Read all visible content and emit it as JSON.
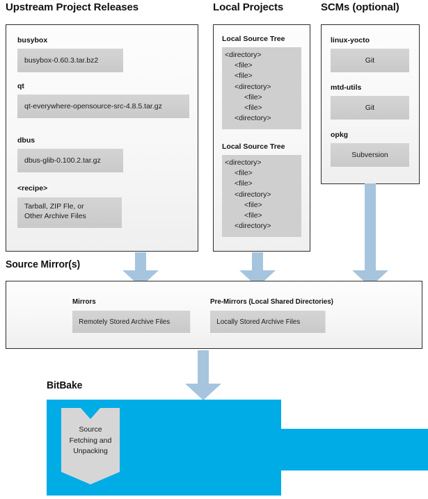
{
  "colors": {
    "arrow": "#a6c4dd",
    "bitbake_fill": "#00ace6",
    "chip_grey": "#cfcfcf",
    "panel_border": "#2b2b2b",
    "text": "#1a1a1a"
  },
  "columns": [
    {
      "title": "Upstream Project Releases",
      "groups": [
        {
          "label": "busybox",
          "value": "busybox-0.60.3.tar.bz2"
        },
        {
          "label": "qt",
          "value": "qt-everywhere-opensource-src-4.8.5.tar.gz"
        },
        {
          "label": "dbus",
          "value": "dbus-glib-0.100.2.tar.gz"
        },
        {
          "label": "<recipe>",
          "value_lines": [
            "Tarball, ZIP Fle, or",
            "Other Archive Files"
          ]
        }
      ]
    },
    {
      "title": "Local Projects",
      "groups": [
        {
          "label": "Local Source Tree",
          "tree": [
            {
              "indent": 0,
              "text": "<directory>"
            },
            {
              "indent": 1,
              "text": "<file>"
            },
            {
              "indent": 1,
              "text": "<file>"
            },
            {
              "indent": 1,
              "text": "<directory>"
            },
            {
              "indent": 2,
              "text": "<file>"
            },
            {
              "indent": 2,
              "text": "<file>"
            },
            {
              "indent": 1,
              "text": "<directory>"
            }
          ]
        },
        {
          "label": "Local Source Tree",
          "tree": [
            {
              "indent": 0,
              "text": "<directory>"
            },
            {
              "indent": 1,
              "text": "<file>"
            },
            {
              "indent": 1,
              "text": "<file>"
            },
            {
              "indent": 1,
              "text": "<directory>"
            },
            {
              "indent": 2,
              "text": "<file>"
            },
            {
              "indent": 2,
              "text": "<file>"
            },
            {
              "indent": 1,
              "text": "<directory>"
            }
          ]
        }
      ]
    },
    {
      "title": "SCMs (optional)",
      "groups": [
        {
          "label": "linux-yocto",
          "value": "Git"
        },
        {
          "label": "mtd-utils",
          "value": "Git"
        },
        {
          "label": "opkg",
          "value": "Subversion"
        }
      ]
    }
  ],
  "source_mirrors": {
    "title": "Source Mirror(s)",
    "groups": [
      {
        "label": "Mirrors",
        "value": "Remotely Stored Archive Files"
      },
      {
        "label": "Pre-Mirrors (Local Shared Directories)",
        "value": "Locally Stored Archive Files"
      }
    ]
  },
  "bitbake": {
    "title": "BitBake",
    "task_lines": [
      "Source",
      "Fetching and",
      "Unpacking"
    ]
  },
  "arrows": [
    {
      "name": "arrow-upstream-to-mirrors"
    },
    {
      "name": "arrow-local-projects-to-mirrors"
    },
    {
      "name": "arrow-scms-to-mirrors"
    },
    {
      "name": "arrow-mirrors-to-bitbake"
    }
  ]
}
